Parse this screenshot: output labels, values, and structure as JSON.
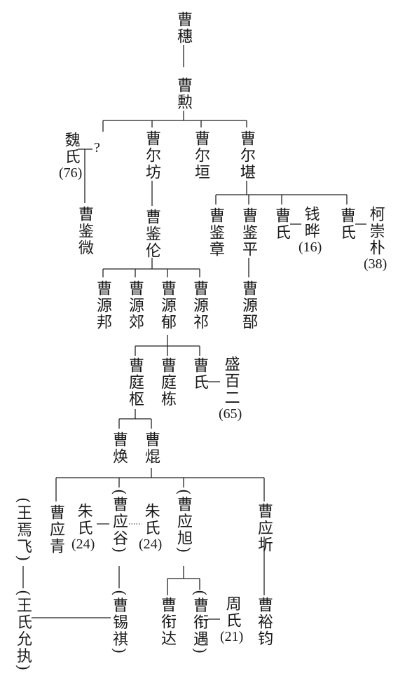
{
  "people": [
    {
      "id": "caosui",
      "name": "曹穗"
    },
    {
      "id": "caoxun",
      "name": "曹勲"
    },
    {
      "id": "weishi",
      "name": "魏氏",
      "age": "(76)"
    },
    {
      "id": "unknown",
      "name": "?"
    },
    {
      "id": "caoerfang",
      "name": "曹尔坊"
    },
    {
      "id": "caoeryuan",
      "name": "曹尔垣"
    },
    {
      "id": "caoerkan",
      "name": "曹尔堪"
    },
    {
      "id": "caojianwei",
      "name": "曹鉴微"
    },
    {
      "id": "caojianlun",
      "name": "曹鉴伦"
    },
    {
      "id": "caojianzhang",
      "name": "曹鉴章"
    },
    {
      "id": "caojianping",
      "name": "曹鉴平"
    },
    {
      "id": "caoshi1",
      "name": "曹氏"
    },
    {
      "id": "qianye",
      "name": "钱晔",
      "age": "(16)"
    },
    {
      "id": "caoshi2",
      "name": "曹氏"
    },
    {
      "id": "kezongpu",
      "name": "柯崇朴",
      "age": "(38)"
    },
    {
      "id": "caoyuanbang",
      "name": "曹源邦"
    },
    {
      "id": "caoyuanjiao",
      "name": "曹源郊"
    },
    {
      "id": "caoyuanyu",
      "name": "曹源郁"
    },
    {
      "id": "caoyuanqi",
      "name": "曹源祁"
    },
    {
      "id": "caoyuanbu",
      "name": "曹源郚"
    },
    {
      "id": "caotingshu",
      "name": "曹庭枢"
    },
    {
      "id": "caotingdong",
      "name": "曹庭栋"
    },
    {
      "id": "caoshi3",
      "name": "曹氏"
    },
    {
      "id": "shengbaier",
      "name": "盛百二",
      "age": "(65)"
    },
    {
      "id": "caohuan",
      "name": "曹焕"
    },
    {
      "id": "caokun",
      "name": "曹焜"
    },
    {
      "id": "wangyanfei",
      "name": "(王焉飞)"
    },
    {
      "id": "caoyingqing",
      "name": "曹应青"
    },
    {
      "id": "zhushi1",
      "name": "朱氏",
      "age": "(24)"
    },
    {
      "id": "caoyinggu",
      "name": "(曹应谷)"
    },
    {
      "id": "zhushi2",
      "name": "朱氏",
      "age": "(24)"
    },
    {
      "id": "caoyingxu",
      "name": "(曹应旭)"
    },
    {
      "id": "caoyingqi",
      "name": "曹应圻"
    },
    {
      "id": "wangshiyunzhi",
      "name": "(王氏允执)"
    },
    {
      "id": "caoxiqi",
      "name": "(曹锡祺)"
    },
    {
      "id": "caoyanda",
      "name": "曹衔达"
    },
    {
      "id": "caoyanyu",
      "name": "(曹衔遇)"
    },
    {
      "id": "zhoushi",
      "name": "周氏",
      "age": "(21)"
    },
    {
      "id": "caoyujun",
      "name": "曹裕钧"
    }
  ]
}
